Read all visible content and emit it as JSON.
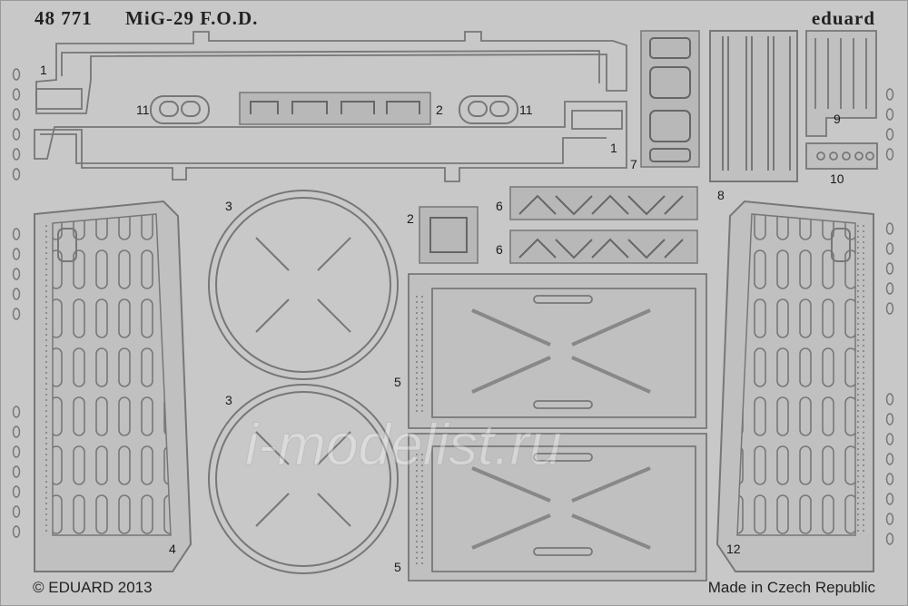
{
  "header": {
    "code": "48 771",
    "title": "MiG-29 F.O.D.",
    "brand": "eduard"
  },
  "footer": {
    "copyright": "© EDUARD 2013",
    "origin": "Made in Czech Republic"
  },
  "watermark": "i-modelist.ru",
  "part_numbers": {
    "p1": "1",
    "p2": "2",
    "p3": "3",
    "p4": "4",
    "p5": "5",
    "p6": "6",
    "p7": "7",
    "p8": "8",
    "p9": "9",
    "p10": "10",
    "p11": "11",
    "p12": "12"
  },
  "colors": {
    "fret": "#c8c8c8",
    "outline": "#7a7a7a",
    "shadow": "#9a9a9a",
    "text": "#222222"
  }
}
